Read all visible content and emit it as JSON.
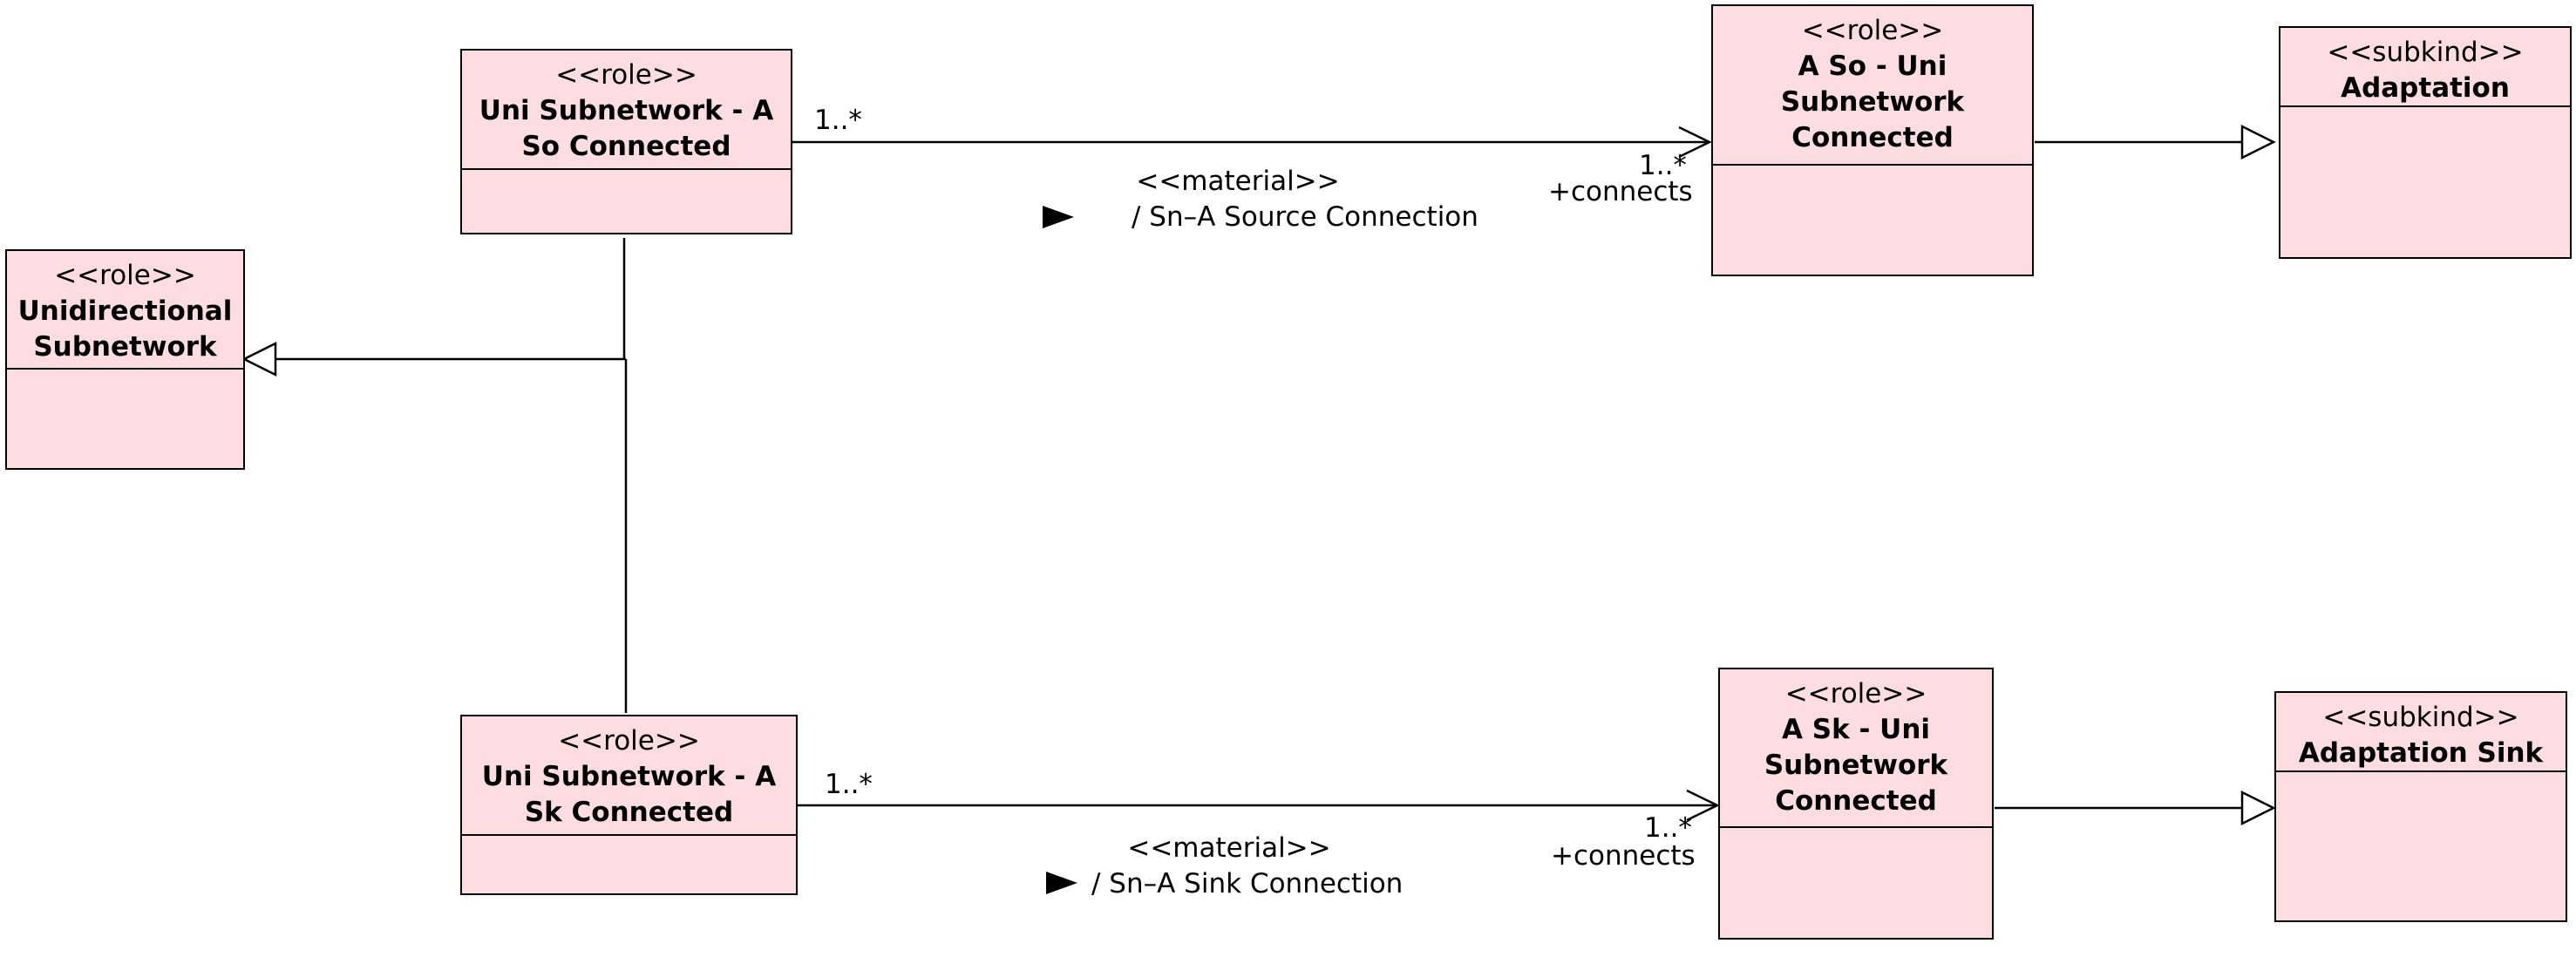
{
  "classes": {
    "uni_subnetwork": {
      "stereotype": "<<role>>",
      "name_lines": [
        "Unidirectional",
        "Subnetwork"
      ]
    },
    "so_connected": {
      "stereotype": "<<role>>",
      "name_lines": [
        "Uni Subnetwork - A",
        "So Connected"
      ]
    },
    "sk_connected": {
      "stereotype": "<<role>>",
      "name_lines": [
        "Uni Subnetwork - A",
        "Sk Connected"
      ]
    },
    "a_so": {
      "stereotype": "<<role>>",
      "name_lines": [
        "A So - Uni",
        "Subnetwork",
        "Connected"
      ]
    },
    "a_sk": {
      "stereotype": "<<role>>",
      "name_lines": [
        "A Sk - Uni",
        "Subnetwork",
        "Connected"
      ]
    },
    "adaptation": {
      "stereotype": "<<subkind>>",
      "name_lines": [
        "Adaptation"
      ]
    },
    "adaptation_sink": {
      "stereotype": "<<subkind>>",
      "name_lines": [
        "Adaptation Sink"
      ]
    }
  },
  "associations": {
    "source": {
      "stereotype": "<<material>>",
      "name": "/ Sn–A Source Connection",
      "source_multiplicity": "1..*",
      "target_multiplicity": "1..*",
      "target_role": "+connects"
    },
    "sink": {
      "stereotype": "<<material>>",
      "name": "/ Sn–A Sink Connection",
      "source_multiplicity": "1..*",
      "target_multiplicity": "1..*",
      "target_role": "+connects"
    }
  }
}
